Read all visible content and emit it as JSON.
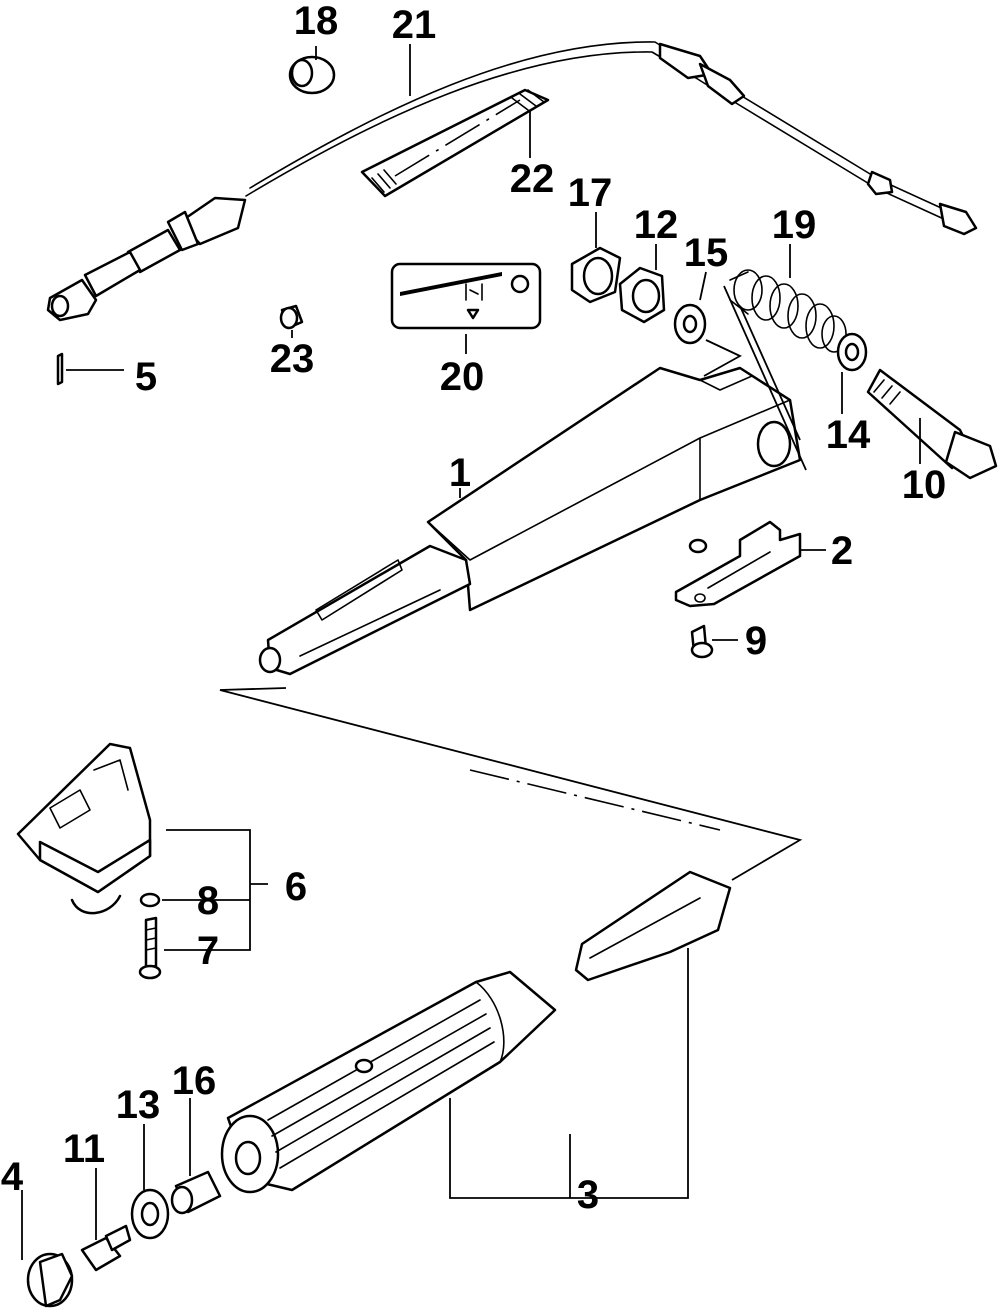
{
  "diagram": {
    "type": "exploded-parts-diagram",
    "line_color": "#000000",
    "background_color": "#ffffff",
    "callouts": [
      {
        "id": "1",
        "label": "1",
        "part": "tiller-handle-bracket"
      },
      {
        "id": "2",
        "label": "2",
        "part": "throttle-friction-plate"
      },
      {
        "id": "3",
        "label": "3",
        "part": "throttle-grip"
      },
      {
        "id": "4",
        "label": "4",
        "part": "end-cap"
      },
      {
        "id": "5",
        "label": "5",
        "part": "pin"
      },
      {
        "id": "6",
        "label": "6",
        "part": "stop-switch-assembly"
      },
      {
        "id": "7",
        "label": "7",
        "part": "screw"
      },
      {
        "id": "8",
        "label": "8",
        "part": "washer"
      },
      {
        "id": "9",
        "label": "9",
        "part": "screw"
      },
      {
        "id": "10",
        "label": "10",
        "part": "pivot-bolt"
      },
      {
        "id": "11",
        "label": "11",
        "part": "screw"
      },
      {
        "id": "12",
        "label": "12",
        "part": "nut"
      },
      {
        "id": "13",
        "label": "13",
        "part": "washer"
      },
      {
        "id": "14",
        "label": "14",
        "part": "washer"
      },
      {
        "id": "15",
        "label": "15",
        "part": "washer"
      },
      {
        "id": "16",
        "label": "16",
        "part": "collar"
      },
      {
        "id": "17",
        "label": "17",
        "part": "bushing"
      },
      {
        "id": "18",
        "label": "18",
        "part": "grommet"
      },
      {
        "id": "19",
        "label": "19",
        "part": "spring"
      },
      {
        "id": "20",
        "label": "20",
        "part": "decal"
      },
      {
        "id": "21",
        "label": "21",
        "part": "throttle-cable"
      },
      {
        "id": "22",
        "label": "22",
        "part": "shaft"
      },
      {
        "id": "23",
        "label": "23",
        "part": "collar"
      }
    ]
  }
}
